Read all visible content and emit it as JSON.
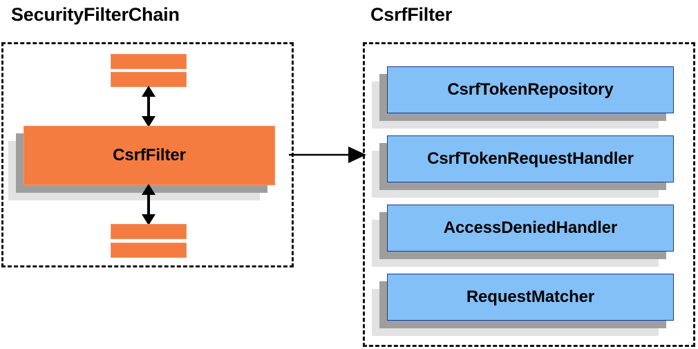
{
  "diagram": {
    "title_left": "SecurityFilterChain",
    "title_right": "CsrfFilter",
    "colors": {
      "orange": "#F47C40",
      "orange_border": "#F19468",
      "blue": "#82C0F7",
      "blue_border": "#17379B",
      "shadow_mid": "#9E9E9E",
      "shadow_back": "#E2E2E2",
      "outline": "#111111",
      "text": "#000000"
    }
  },
  "left_panel": {
    "title": "SecurityFilterChain",
    "main_box": {
      "label": "CsrfFilter"
    },
    "filter_bars": [
      {
        "name": "filter-bar-top-1"
      },
      {
        "name": "filter-bar-top-2"
      },
      {
        "name": "filter-bar-bottom-1"
      },
      {
        "name": "filter-bar-bottom-2"
      }
    ],
    "arrows": [
      {
        "name": "arrow-up",
        "type": "double-headed-vertical"
      },
      {
        "name": "arrow-down",
        "type": "double-headed-vertical"
      }
    ]
  },
  "right_panel": {
    "title": "CsrfFilter",
    "components": [
      {
        "label": "CsrfTokenRepository"
      },
      {
        "label": "CsrfTokenRequestHandler"
      },
      {
        "label": "AccessDeniedHandler"
      },
      {
        "label": "RequestMatcher"
      }
    ]
  },
  "connector": {
    "name": "arrow-left-to-right",
    "type": "single-headed-horizontal"
  }
}
